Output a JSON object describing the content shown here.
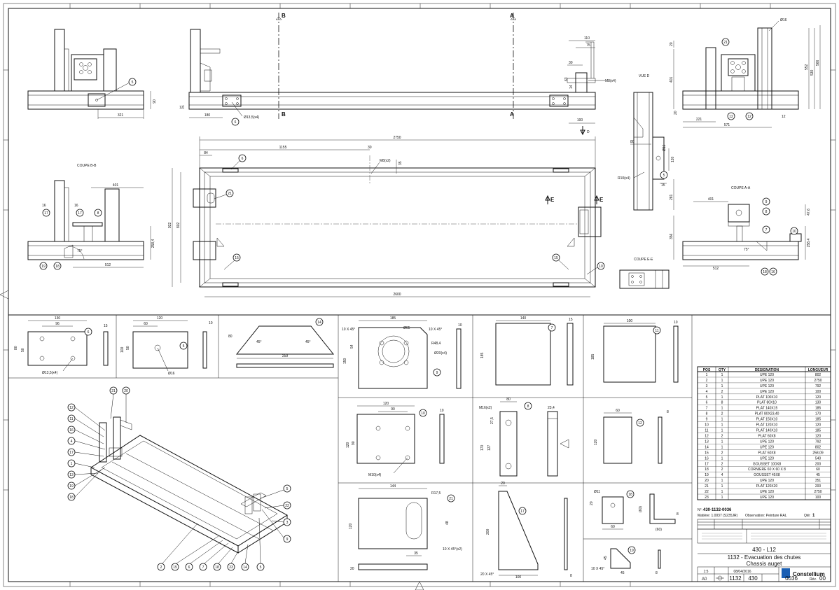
{
  "sections": {
    "B": "B",
    "A": "A",
    "E": "E",
    "vue_d": "VUE D",
    "coupe_bb": "COUPE B-B",
    "coupe_aa": "COUPE A-A",
    "coupe_ee": "COUPE E-E"
  },
  "dims": {
    "front_321": "321",
    "front_90": "90",
    "mid_180": "180",
    "mid_12": "12",
    "hole_13_4": "Ø13,5(x4)",
    "r110": "110",
    "r75": "75",
    "r30": "30",
    "r63": "63",
    "r14": "14",
    "m8x4": "M8(x4)",
    "r100": "100",
    "d_label": "D",
    "side_d16": "Ø16",
    "side_20": "20",
    "side_401": "401",
    "side_552": "552",
    "side_530": "530",
    "side_566": "566",
    "side_221": "221",
    "side_571": "571",
    "side_20b": "20",
    "side_12": "12",
    "plan_2750": "2750",
    "plan_1155": "1155",
    "plan_84": "84",
    "plan_30": "30",
    "plan_m8x2": "M8(x2)",
    "plan_35": "35",
    "plan_922": "922",
    "plan_802": "802",
    "plan_2600": "2600",
    "vd_80": "80",
    "vd_16": "Ø16",
    "vd_120": "120",
    "vd_r10": "R10(x4)",
    "vd_15": "15",
    "vd_281": "281",
    "bb_401": "401",
    "bb_16a": "16",
    "bb_16b": "16",
    "bb_75": "75°",
    "bb_512": "512",
    "bb_258": "258,4",
    "aa_401": "401",
    "aa_476": "47,6",
    "aa_356": "356",
    "aa_258": "258,4",
    "aa_75": "75°",
    "aa_512": "512"
  },
  "balloons": {
    "b5": "5",
    "b6": "6",
    "b21": "21",
    "b12": "12",
    "b8": "8",
    "b9": "9",
    "b7": "7",
    "b10": "10",
    "b15": "15",
    "b17": "17",
    "b18": "18",
    "b19": "19",
    "b11": "11",
    "b14": "14",
    "b16": "16",
    "b1": "1",
    "b4": "4",
    "b2": "2",
    "b3": "3",
    "b20": "20",
    "b22": "22",
    "b23": "23",
    "b13": "13"
  },
  "details": {
    "p6": {
      "w130": "130",
      "w96": "96",
      "h80": "80",
      "h50": "50",
      "t15": "15",
      "hole": "Ø13,5(x4)"
    },
    "p5": {
      "w120": "120",
      "w60": "60",
      "h100": "100",
      "h50": "50",
      "t10": "10",
      "hole": "Ø16"
    },
    "p14": {
      "h80": "80",
      "a45a": "45°",
      "a45b": "45°",
      "w259": "259"
    },
    "p9": {
      "w185": "185",
      "c10a": "10 X 45°",
      "c10b": "10 X 45°",
      "d65": "Ø65",
      "r484": "R48,4",
      "d20": "Ø20(x4)",
      "h150": "150",
      "h54": "54",
      "t10": "10"
    },
    "p7": {
      "w140": "140",
      "h185": "185",
      "t15": "15"
    },
    "p11": {
      "w100": "100",
      "h185": "185",
      "t10": "10"
    },
    "p10": {
      "w120": "120",
      "w90": "90",
      "h120": "120",
      "h90": "90",
      "t10": "10",
      "m10": "M10(x4)"
    },
    "p8": {
      "w80": "80",
      "m16": "M16(x2)",
      "h275": "27,5",
      "h170": "170",
      "h127": "127",
      "t234": "23,4"
    },
    "p12": {
      "w60": "60",
      "h120": "120",
      "t8": "8"
    },
    "p21": {
      "w144": "144",
      "r175": "R17,5",
      "h120": "120",
      "h48": "48",
      "w35": "35",
      "c10": "10 X 45°(x2)",
      "t20": "20"
    },
    "p17": {
      "w20": "20",
      "h200": "200",
      "c20": "20 X 45°",
      "w100": "100",
      "t8": "8"
    },
    "p18": {
      "d11": "Ø11",
      "h20": "20",
      "w60": "60",
      "v60a": "(60)",
      "v60b": "(60)",
      "t8": "8"
    },
    "p19": {
      "c10": "10 X 45°",
      "h45": "45",
      "w45": "45",
      "t8": "8"
    }
  },
  "bom": {
    "headers": [
      "POS",
      "QTY",
      "DESIGNATION",
      "LONGUEUR"
    ],
    "rows": [
      [
        "1",
        "1",
        "UPE 120",
        "802"
      ],
      [
        "2",
        "1",
        "UPE 120",
        "2750"
      ],
      [
        "3",
        "1",
        "UPE 120",
        "792"
      ],
      [
        "4",
        "2",
        "UPE 120",
        "100"
      ],
      [
        "5",
        "1",
        "PLAT 100X10",
        "120"
      ],
      [
        "6",
        "8",
        "PLAT 80X10",
        "130"
      ],
      [
        "7",
        "1",
        "PLAT 140X15",
        "185"
      ],
      [
        "8",
        "2",
        "PLAT 80X23,40",
        "170"
      ],
      [
        "9",
        "1",
        "PLAT 150X10",
        "185"
      ],
      [
        "10",
        "1",
        "PLAT 120X10",
        "120"
      ],
      [
        "11",
        "1",
        "PLAT 140X10",
        "185"
      ],
      [
        "12",
        "2",
        "PLAT 60X8",
        "120"
      ],
      [
        "13",
        "1",
        "UPE 120",
        "792"
      ],
      [
        "14",
        "1",
        "UPE 120",
        "802"
      ],
      [
        "15",
        "2",
        "PLAT 60X8",
        "258,09"
      ],
      [
        "16",
        "1",
        "UPE 120",
        "540"
      ],
      [
        "17",
        "2",
        "GOUSSET 100X8",
        "200"
      ],
      [
        "18",
        "2",
        "CORNIERE 60 X 60 X 8",
        "60"
      ],
      [
        "19",
        "4",
        "GOUSSET 45X8",
        "45"
      ],
      [
        "20",
        "1",
        "UPE 120",
        "351"
      ],
      [
        "21",
        "1",
        "PLAT 120X20",
        "200"
      ],
      [
        "22",
        "1",
        "UPE 120",
        "2750"
      ],
      [
        "23",
        "1",
        "UPE 120",
        "100"
      ]
    ]
  },
  "title_block": {
    "part_no_label": "N°:",
    "part_no": "430-1132-0036",
    "material": "Matière: 1.0037 (S235JR)",
    "observation": "Observation: Peinture RAL",
    "qty_label": "Qté:",
    "qty": "1",
    "project": "430 - L12",
    "title1": "1132 - Evacuation des chutes",
    "title2": "Chassis auget",
    "company": "Constellium",
    "format": "A0",
    "code1": "1132",
    "code2": "430",
    "code3": "0036",
    "rev_label": "Rév.",
    "rev": "00",
    "scale": "1:5",
    "date": "08/04/2016"
  },
  "colors": {
    "line": "#111111",
    "paper": "#ffffff",
    "accent": "#1a5fb4"
  }
}
